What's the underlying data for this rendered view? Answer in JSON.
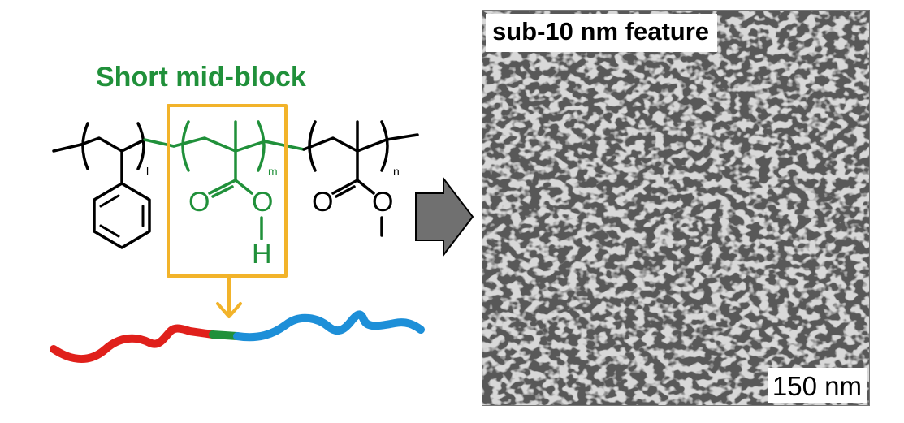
{
  "colors": {
    "block_green": "#20903a",
    "box_yellow": "#f2b32a",
    "chain_red": "#e0201b",
    "chain_blue": "#1d8fd8",
    "arrow_gray": "#707070"
  },
  "labels": {
    "title": "Short mid-block",
    "tem_caption": "sub-10 nm feature",
    "scale_bar": "150 nm"
  },
  "structure": {
    "sub_l": "l",
    "sub_m": "m",
    "sub_n": "n",
    "acid_O1": "O",
    "acid_O2": "O",
    "acid_H": "H",
    "ester_O1": "O",
    "ester_O2": "O"
  },
  "icons": {
    "block_arrow": "right-arrow-icon",
    "down_arrow": "down-arrow-icon"
  }
}
